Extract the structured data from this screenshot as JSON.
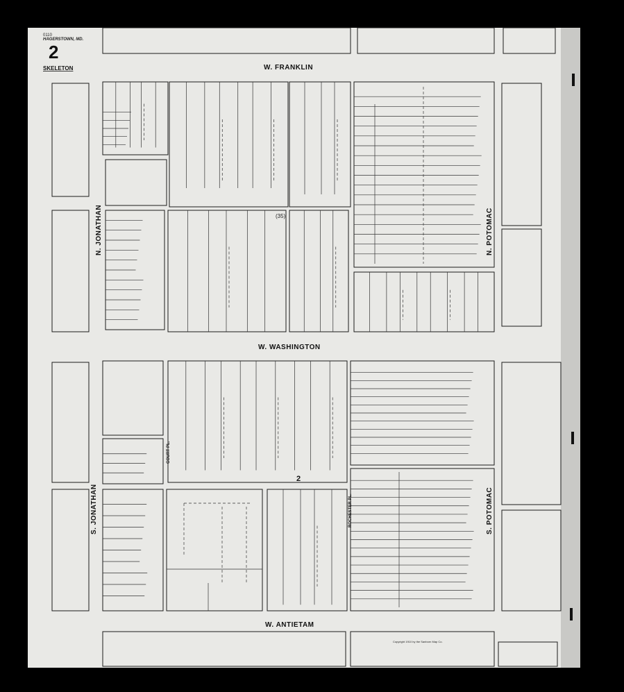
{
  "sheet": {
    "city": "HAGERSTOWN, MD.",
    "sheet_code": "0110",
    "sheet_number": "2",
    "title": "SKELETON",
    "copyright": "Copyright 1910 by the Sanborn Map Co.",
    "block_marker": "2",
    "lot_marker": "(35)"
  },
  "streets": {
    "w_franklin": "W. FRANKLIN",
    "w_washington": "W. WASHINGTON",
    "w_antietam": "W. ANTIETAM",
    "n_jonathan": "N. JONATHAN",
    "s_jonathan": "S. JONATHAN",
    "n_potomac": "N. POTOMAC",
    "s_potomac": "S. POTOMAC",
    "court_pl": "COURT PL.",
    "rochester_pl": "ROCHESTER PL."
  },
  "colors": {
    "paper": "#e9e9e6",
    "ink": "#1a1a1a",
    "border": "#000000",
    "edge_strip": "#c9c9c6"
  }
}
